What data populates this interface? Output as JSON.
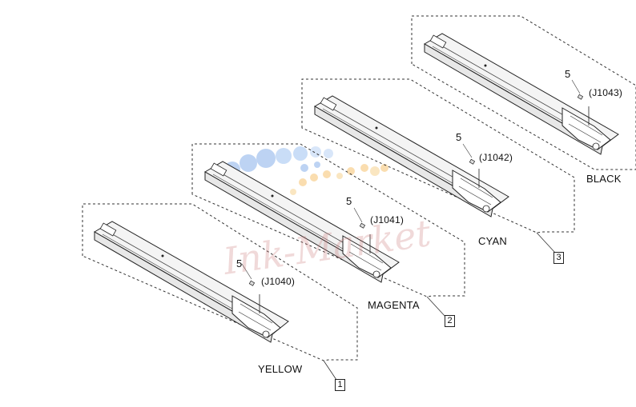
{
  "units": [
    {
      "color_name": "YELLOW",
      "ref_number": "1",
      "part_number": "5",
      "connector": "(J1040)"
    },
    {
      "color_name": "MAGENTA",
      "ref_number": "2",
      "part_number": "5",
      "connector": "(J1041)"
    },
    {
      "color_name": "CYAN",
      "ref_number": "3",
      "part_number": "5",
      "connector": "(J1042)"
    },
    {
      "color_name": "BLACK",
      "ref_number": "",
      "part_number": "5",
      "connector": "(J1043)"
    }
  ],
  "watermark": {
    "text": "Ink-Market"
  },
  "colors": {
    "line": "#222222",
    "dash": "#333333",
    "drum_fill": "#f4f4f4",
    "wm_blue": "#6ea0e6",
    "wm_orange": "#f5b450"
  }
}
